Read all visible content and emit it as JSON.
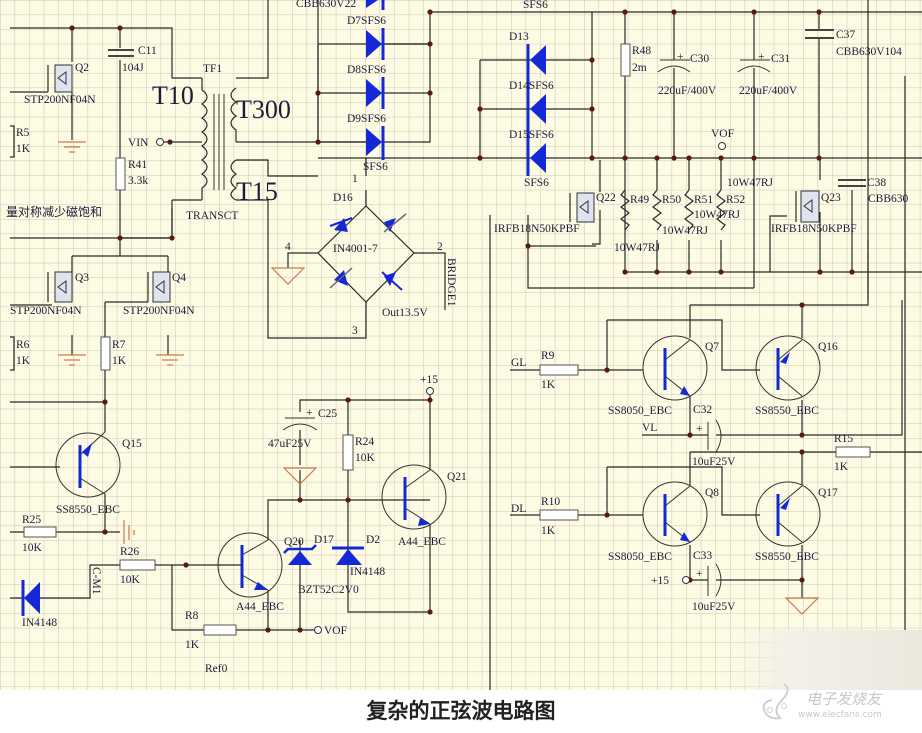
{
  "caption": "复杂的正弦波电路图",
  "watermark": {
    "name": "电子发烧友",
    "url": "www.elecfans.com"
  },
  "colors": {
    "grid_bg": "#fdfbe4",
    "grid_line": "#c9c7b4",
    "wire": "#2a2a2a",
    "diode": "#1428d8",
    "ground": "#c87a4a",
    "junction": "#5a1a10"
  },
  "labels": {
    "cbb_top": "CBB630V22",
    "q2": "Q2",
    "q2_part": "STP200NF04N",
    "c11": "C11",
    "c11_val": "104J",
    "tf1": "TF1",
    "t10": "T10",
    "t300": "T300",
    "t15": "T15",
    "transct": "TRANSCT",
    "vin": "VIN",
    "r5": "R5",
    "r5_val": "1K",
    "r41": "R41",
    "r41_val": "3.3k",
    "note_cn": "量对称减少磁饱和",
    "d7": "D7SFS6",
    "d8": "D8SFS6",
    "d9": "D9SFS6",
    "sfs6_a": "SFS6",
    "d13": "D13",
    "d14": "D14SFS6",
    "d15": "D15SFS6",
    "sfs6_b": "SFS6",
    "sfs6_top": "SFS6",
    "d16": "D16",
    "in4001": "IN4001-7",
    "pin1": "1",
    "pin2": "2",
    "pin3": "3",
    "pin4": "4",
    "bridge": "BRIDGE1",
    "out": "Out13.5V",
    "r48": "R48",
    "r48_val": "2m",
    "c30": "C30",
    "c30_val": "220uF/400V",
    "c31": "C31",
    "c31_val": "220uF/400V",
    "plus": "+",
    "c37": "C37",
    "c37_val": "CBB630V104",
    "c38": "C38",
    "c38_val": "CBB630",
    "vof_top": "VOF",
    "q22": "Q22",
    "q22_part": "IRFB18N50KPBF",
    "q23": "Q23",
    "q23_part": "IRFB18N50KPBF",
    "r49": "R49",
    "r50": "R50",
    "r51": "R51",
    "r52": "R52",
    "w47_a": "10W47RJ",
    "w47_b": "10W47RJ",
    "w47_c": "10W47RJ",
    "w47_d": "10W47RJ",
    "q3": "Q3",
    "q3_part": "STP200NF04N",
    "q4": "Q4",
    "q4_part": "STP200NF04N",
    "r6": "R6",
    "r6_val": "1K",
    "r7": "R7",
    "r7_val": "1K",
    "q15": "Q15",
    "q15_part": "SS8550_EBC",
    "r25": "R25",
    "r25_val": "10K",
    "r26": "R26",
    "r26_val": "10K",
    "cm1": "C-M1",
    "in4148_a": "IN4148",
    "r8": "R8",
    "r8_val": "1K",
    "ref": "Ref0",
    "c25": "C25",
    "c25_val": "47uF25V",
    "r24": "R24",
    "r24_val": "10K",
    "plus15_a": "+15",
    "q21": "Q21",
    "q21_part": "A44_EBC",
    "q20": "Q20",
    "q20_part": "A44_EBC",
    "d17": "D17",
    "d17_part": "BZT52C2V0",
    "d2": "D2",
    "in4148_b": "IN4148",
    "vof_bot": "VOF",
    "gl": "GL",
    "r9": "R9",
    "r9_val": "1K",
    "q7": "Q7",
    "q7_part": "SS8050_EBC",
    "q16": "Q16",
    "q16_part": "SS8550_EBC",
    "c32": "C32",
    "c32_val": "10uF25V",
    "vl": "VL",
    "r15": "R15",
    "r15_val": "1K",
    "dl": "DL",
    "r10": "R10",
    "r10_val": "1K",
    "q8": "Q8",
    "q8_part": "SS8050_EBC",
    "q17": "Q17",
    "q17_part": "SS8550_EBC",
    "c33": "C33",
    "c33_val": "10uF25V",
    "plus15_b": "+15"
  }
}
